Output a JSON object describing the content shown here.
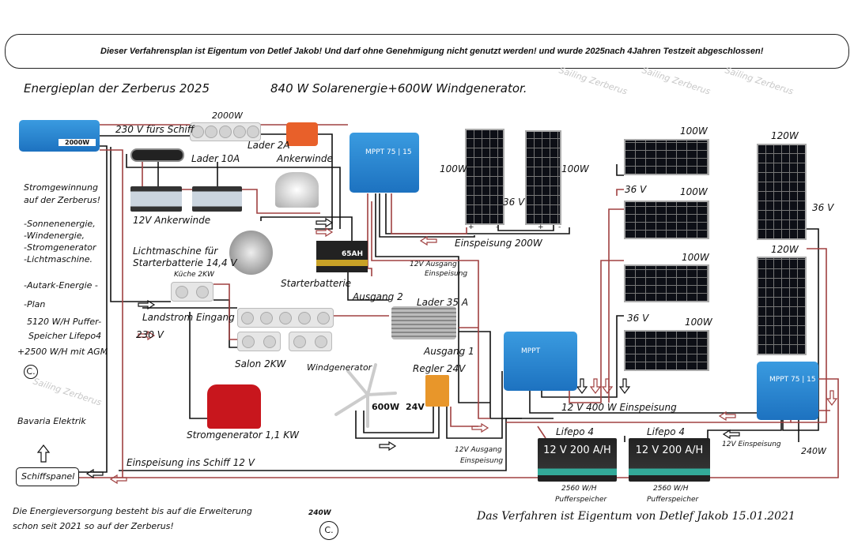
{
  "banner": "Dieser Verfahrensplan ist Eigentum von Detlef Jakob! Und darf ohne Genehmigung nicht genutzt werden! und wurde 2025nach 4Jahren Testzeit abgeschlossen!",
  "title": "Energieplan der Zerberus  2025",
  "subtitle": "840 W Solarenergie+600W Windgenerator.",
  "watermark": "Sailing Zerberus",
  "colors": {
    "wire_black": "#111111",
    "wire_red": "#a04040",
    "victron_blue": "#2a86d4",
    "charger_orange": "#e8602a"
  },
  "left_notes": {
    "line1": "Stromgewinnung",
    "line2": "auf der Zerberus!",
    "item1": "-Sonnenenergie,",
    "item2": "-Windenergie,",
    "item3": "-Stromgenerator",
    "item4": "-Lichtmaschine.",
    "autark": "-Autark-Energie  -",
    "plan": "-Plan",
    "cap1": "5120 W/H Puffer-",
    "cap2": "Speicher  Lifepo4",
    "cap3": "+2500 W/H  mit AGM",
    "copyright": "C.",
    "bavaria": "Bavaria Elektrik",
    "panel": "Schiffspanel"
  },
  "labels": {
    "inverter": "2000W",
    "inv_out": "230 V  fürs Schiff",
    "strip_top": "2000W",
    "lader2": "Lader 2A",
    "lader10": "Lader 10A",
    "ankerwinde": "Ankerwinde",
    "batt_anker": "12V  Ankerwinde",
    "licht1": "Lichtmaschine für",
    "licht2": "Starterbatterie 14,4 V",
    "starter": "Starterbatterie",
    "starter_cap": "65AH",
    "kueche": "Küche 2KW",
    "landstrom": "Landstrom Eingang",
    "v230": "230 V",
    "salon": "Salon  2KW",
    "ausgang2": "Ausgang 2",
    "lader35": "Lader 35 A",
    "ausgang1": "Ausgang 1",
    "wind": "Windgenerator",
    "wind_w": "600W",
    "wind_v": "24V",
    "regler": "Regler 24V",
    "generator": "Stromgenerator  1,1 KW",
    "einspeisung_schiff": "Einspeisung ins Schiff  12 V",
    "ausg12a": "12V  Ausgang",
    "ausg12b": "Einspeisung",
    "ausg12c": "12V Ausgang",
    "ausg12d": "Einspeisung",
    "mppt1": "MPPT 75 | 15",
    "mppt2": "MPPT",
    "mppt3": "MPPT 75 | 15",
    "p1": "100W",
    "p2": "100W",
    "v36a": "36 V",
    "eins200": "Einspeisung 200W",
    "h1": "100W",
    "h2": "100W",
    "v36b": "36 V",
    "h3": "100W",
    "v36c": "36 V",
    "h4": "100W",
    "v120a": "120W",
    "v120b": "120W",
    "v36d": "36 V",
    "w240": "240W",
    "eins400": "12 V  400 W   Einspeisung",
    "eins12": "12V Einspeisung",
    "lifepo_a": "Lifepo 4",
    "lifepo_b": "Lifepo 4",
    "lifepo_cap": "12 V  200 A/H",
    "puffer_a1": "2560 W/H",
    "puffer_a2": "Pufferspeicher",
    "puffer_b1": "2560 W/H",
    "puffer_b2": "Pufferspeicher",
    "plus": "+",
    "minus": "-"
  },
  "footer": {
    "line1": "Die Energieversorgung besteht bis auf die Erweiterung",
    "ext": "240W",
    "line2": "schon seit 2021 so auf der Zerberus!",
    "copyright": "C.",
    "signature": "Das Verfahren ist Eigentum von Detlef Jakob 15.01.2021"
  }
}
